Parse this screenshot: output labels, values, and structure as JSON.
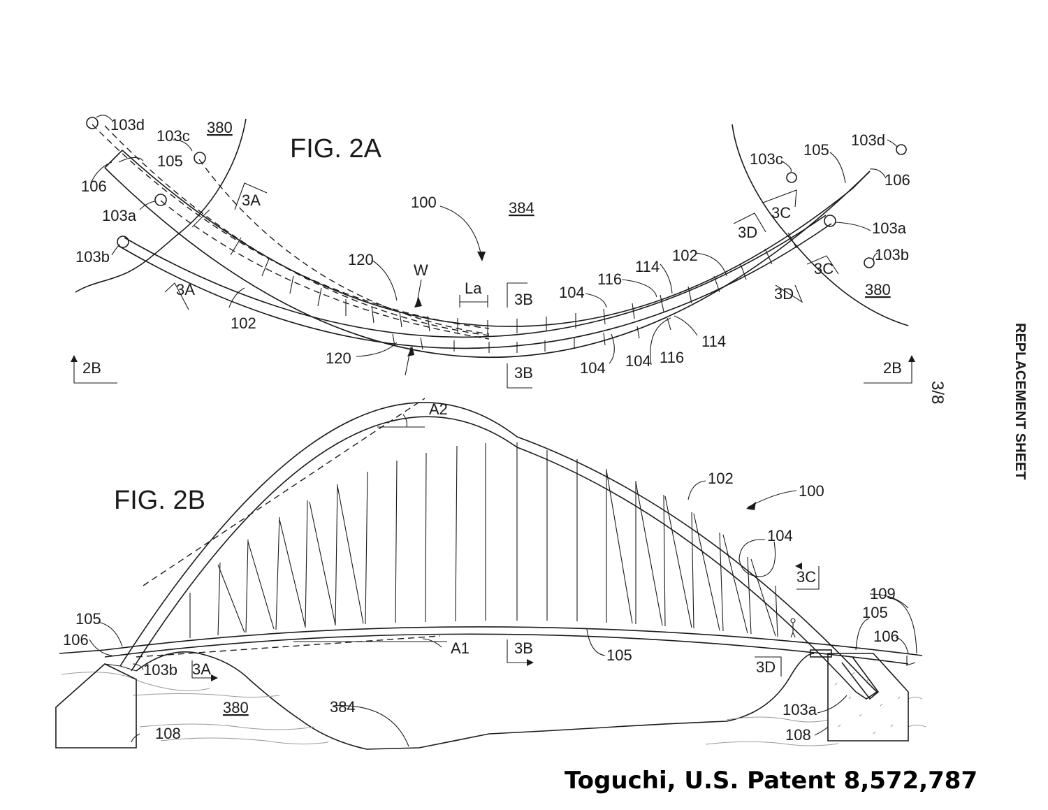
{
  "fig2a": {
    "title": "FIG. 2A",
    "labels": {
      "l100": "100",
      "l384": "384",
      "l103d_left": "103d",
      "l103c_left": "103c",
      "l380_left": "380",
      "l105_left": "105",
      "l106_left": "106",
      "l103a_left": "103a",
      "l103b_left": "103b",
      "l3A_top": "3A",
      "l3A_bot": "3A",
      "l102_left": "102",
      "l120_top": "120",
      "l120_bot": "120",
      "lW": "W",
      "lLa": "La",
      "l3B_top": "3B",
      "l3B_bot": "3B",
      "l104_a": "104",
      "l116_a": "116",
      "l114_a": "114",
      "l102_right": "102",
      "l104_b": "104",
      "l104_c": "104",
      "l116_b": "116",
      "l114_b": "114",
      "l103c_right": "103c",
      "l105_right": "105",
      "l103d_right": "103d",
      "l106_right": "106",
      "l3C_top": "3C",
      "l3D_top": "3D",
      "l103a_right": "103a",
      "l103b_right": "103b",
      "l3C_mid": "3C",
      "l3D_mid": "3D",
      "l380_right": "380",
      "l2B_left": "2B",
      "l2B_right": "2B"
    }
  },
  "fig2b": {
    "title": "FIG. 2B",
    "labels": {
      "lA2": "A2",
      "l102": "102",
      "l100": "100",
      "l104": "104",
      "l3C": "3C",
      "l105_left": "105",
      "l106_left": "106",
      "l103b": "103b",
      "l3A": "3A",
      "lA1": "A1",
      "l3B": "3B",
      "l105_mid": "105",
      "l3D": "3D",
      "l109": "109",
      "l105_right": "105",
      "l106_right": "106",
      "l380": "380",
      "l384": "384",
      "l108_left": "108",
      "l103a": "103a",
      "l108_right": "108"
    }
  },
  "sheet": {
    "side_note": "REPLACEMENT SHEET",
    "page_number": "3/8",
    "citation": "Toguchi, U.S. Patent 8,572,787"
  }
}
